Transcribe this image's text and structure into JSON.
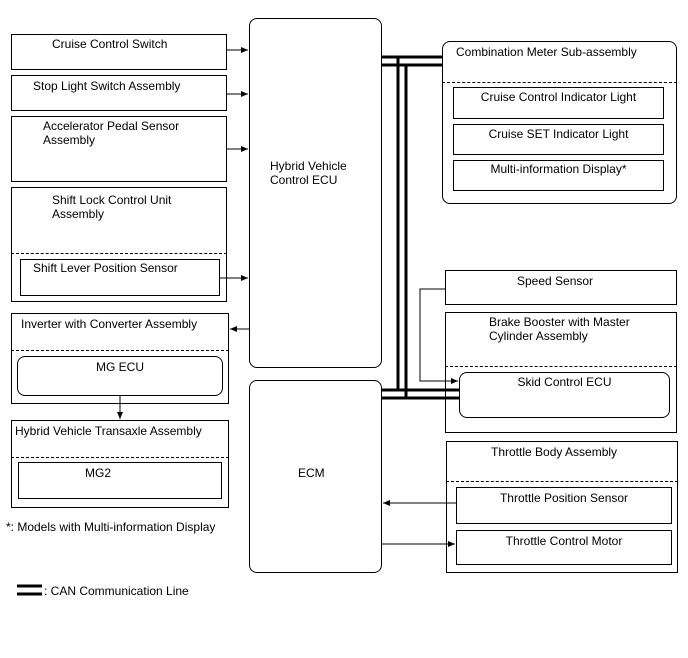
{
  "left_components": {
    "cruise_control_switch": "Cruise Control Switch",
    "stop_light_switch": "Stop Light Switch Assembly",
    "accelerator_pedal_sensor": "Accelerator Pedal Sensor\nAssembly",
    "shift_lock_unit": "Shift Lock Control Unit\nAssembly",
    "shift_lever_sensor": "Shift Lever Position Sensor",
    "inverter": "Inverter with Converter Assembly",
    "mg_ecu": "MG ECU",
    "transaxle": "Hybrid Vehicle Transaxle Assembly",
    "mg2": "MG2"
  },
  "center_components": {
    "hv_ecu": "Hybrid Vehicle\nControl ECU",
    "ecm": "ECM"
  },
  "right_components": {
    "combination_meter": "Combination Meter Sub-assembly",
    "cruise_indicator": "Cruise Control Indicator Light",
    "set_indicator": "Cruise SET Indicator Light",
    "multi_display": "Multi-information Display*",
    "speed_sensor": "Speed Sensor",
    "brake_booster": "Brake Booster with Master\nCylinder Assembly",
    "skid_control_ecu": "Skid Control ECU",
    "throttle_body": "Throttle Body Assembly",
    "throttle_position_sensor": "Throttle Position Sensor",
    "throttle_control_motor": "Throttle Control Motor"
  },
  "notes": {
    "footnote": "*: Models with Multi-information Display",
    "legend_can": ": CAN Communication Line"
  }
}
